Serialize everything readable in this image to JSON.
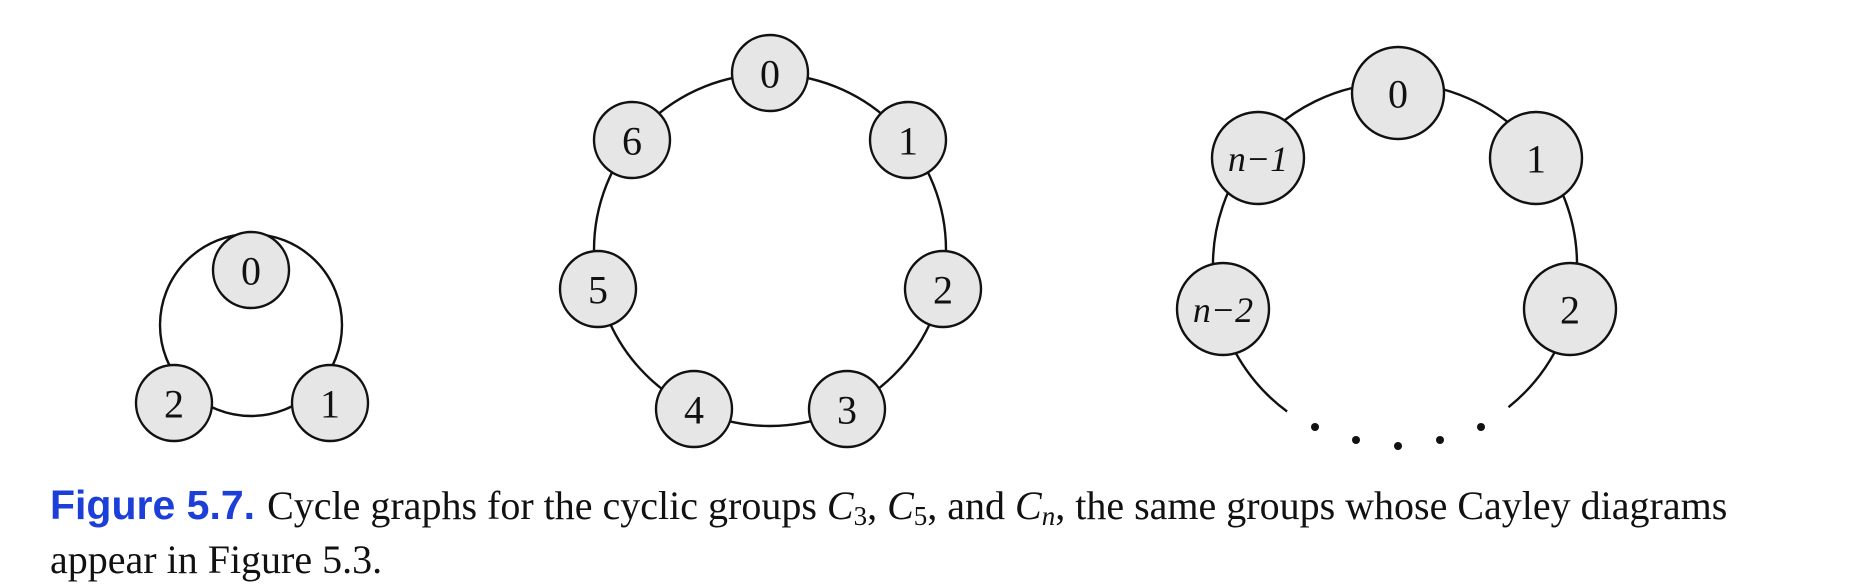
{
  "colors": {
    "label": "#1d3fd9",
    "node_fill": "#e6e6e6",
    "stroke": "#111111"
  },
  "graphs": [
    {
      "id": "c3",
      "nodes": [
        "0",
        "1",
        "2"
      ]
    },
    {
      "id": "c7",
      "nodes": [
        "0",
        "1",
        "2",
        "3",
        "4",
        "5",
        "6"
      ]
    },
    {
      "id": "cn",
      "nodes": [
        "0",
        "1",
        "2",
        "n−2",
        "n−1"
      ]
    }
  ],
  "caption": {
    "label": "Figure 5.7.",
    "pre": "Cycle graphs for the cyclic groups ",
    "g1": "C",
    "g1_sub": "3",
    "sep1": ", ",
    "g2": "C",
    "g2_sub": "5",
    "sep2": ", and ",
    "g3": "C",
    "g3_sub": "n",
    "post": ", the same groups whose Cayley diagrams appear in Figure 5.3."
  }
}
